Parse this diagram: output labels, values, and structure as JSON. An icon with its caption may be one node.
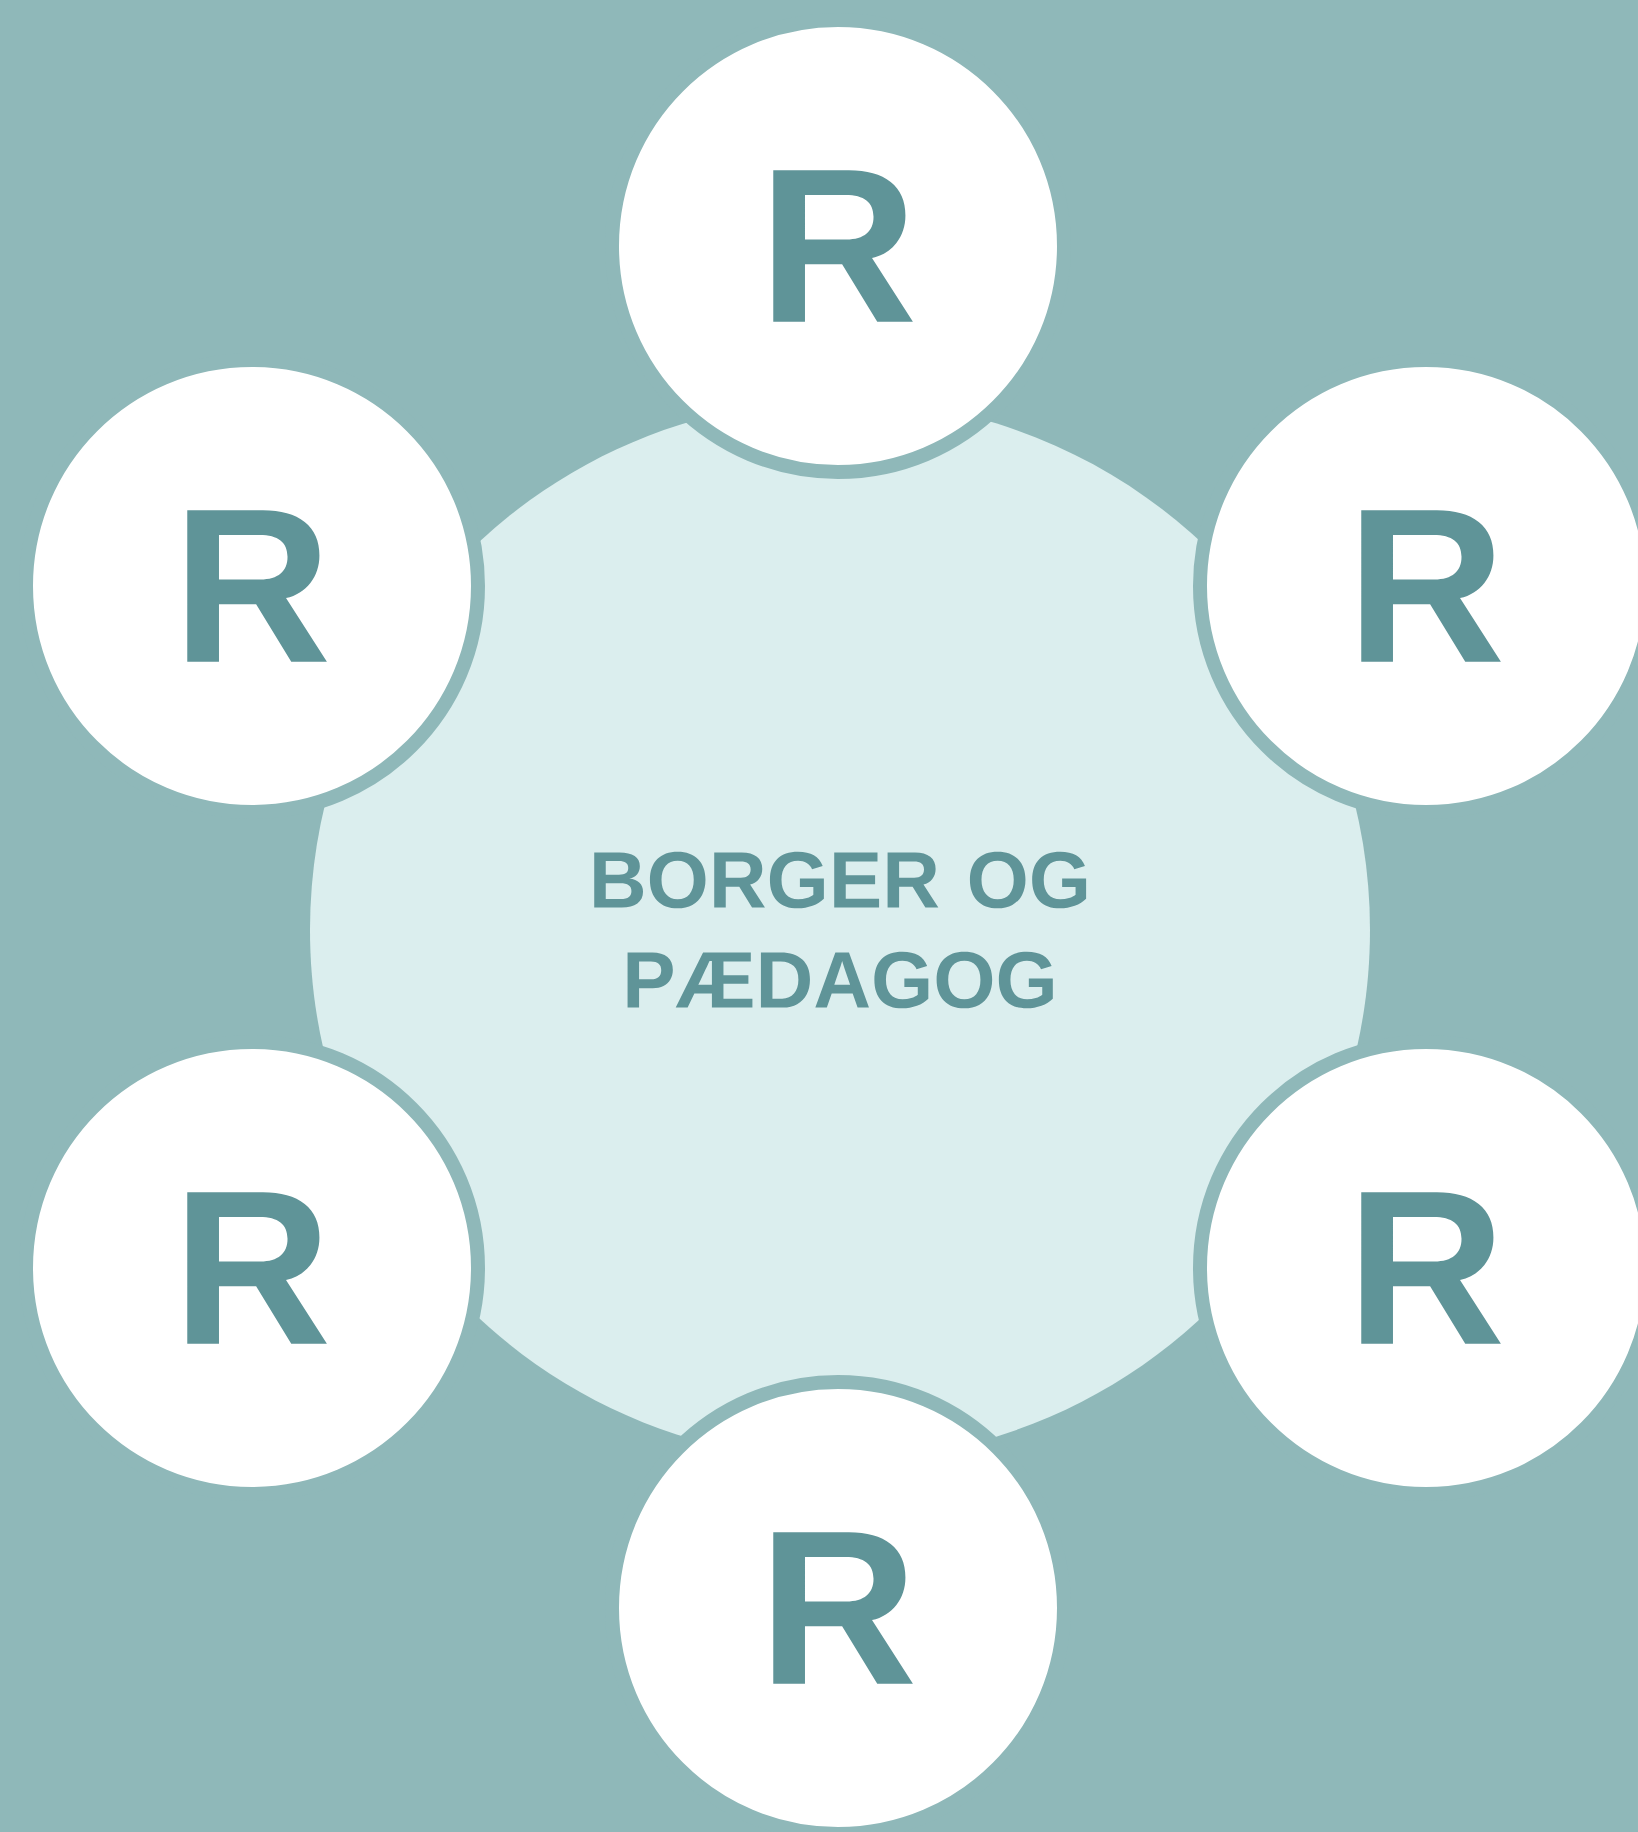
{
  "diagram": {
    "nodes": [
      {
        "text": [
          "BORGER OG PÆDAGOG"
        ]
      },
      {
        "text": [
          "R"
        ]
      },
      {
        "text": [
          "R"
        ]
      },
      {
        "text": [
          "R"
        ]
      },
      {
        "text": [
          "R"
        ]
      },
      {
        "text": [
          "R"
        ]
      },
      {
        "text": [
          "R"
        ]
      }
    ]
  }
}
